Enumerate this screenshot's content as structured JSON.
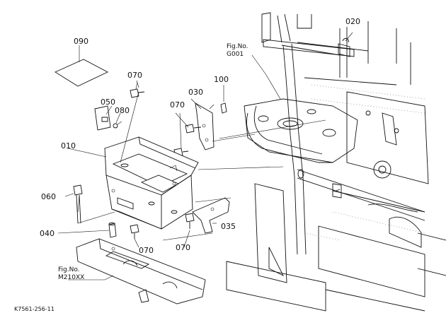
{
  "parts": {
    "p090": "090",
    "p070a": "070",
    "p050": "050",
    "p080": "080",
    "p070b": "070",
    "p030": "030",
    "p100": "100",
    "p020": "020",
    "p010": "010",
    "p060": "060",
    "p040": "040",
    "p070c": "070",
    "p070d": "070",
    "p035": "035"
  },
  "refs": {
    "g001_line1": "Fig.No.",
    "g001_line2": "G001",
    "m210_line1": "Fig.No.",
    "m210_line2": "M210XX"
  },
  "drawing_code": "K7561-256-11"
}
